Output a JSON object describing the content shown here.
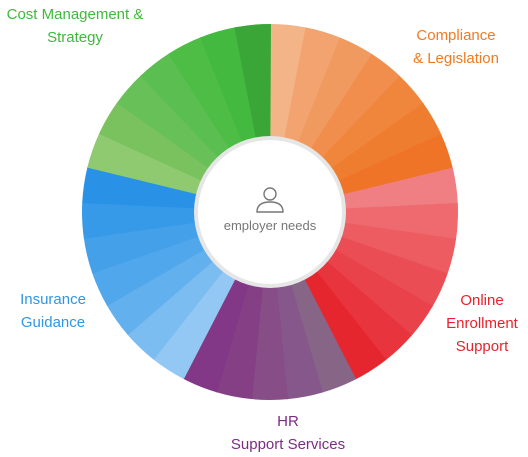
{
  "center": {
    "label": "employer needs",
    "icon": "person-icon"
  },
  "segments": [
    {
      "id": "cost",
      "lines": [
        "Cost Management &",
        "Strategy"
      ],
      "color": "#3fb93b"
    },
    {
      "id": "comp",
      "lines": [
        "Compliance",
        "& Legislation"
      ],
      "color": "#f07a22"
    },
    {
      "id": "online",
      "lines": [
        "Online",
        "Enrollment",
        "Support"
      ],
      "color": "#e8222b"
    },
    {
      "id": "hr",
      "lines": [
        "HR",
        "Support Services"
      ],
      "color": "#7b2c82"
    },
    {
      "id": "ins",
      "lines": [
        "Insurance",
        "Guidance"
      ],
      "color": "#2f96e4"
    }
  ],
  "wedges": {
    "comp": [
      "#f3b488",
      "#f2a370",
      "#f19a60",
      "#f18e4e",
      "#f0853c",
      "#ef7d30",
      "#ef7428"
    ],
    "online": [
      "#ef7f83",
      "#ee6a6f",
      "#ec5c61",
      "#ea4d53",
      "#e9424a",
      "#e8343c",
      "#e6262e"
    ],
    "hr": [
      "#876587",
      "#86578a",
      "#864d87",
      "#843f85",
      "#823787"
    ],
    "ins": [
      "#92c8f3",
      "#7cbdf1",
      "#63b0ee",
      "#51a7ec",
      "#45a0ea",
      "#369ae8",
      "#2a92e6"
    ],
    "cost": [
      "#8fca71",
      "#79c25e",
      "#68c158",
      "#5abf50",
      "#4dbd45",
      "#43ba3f",
      "#39a637"
    ]
  }
}
